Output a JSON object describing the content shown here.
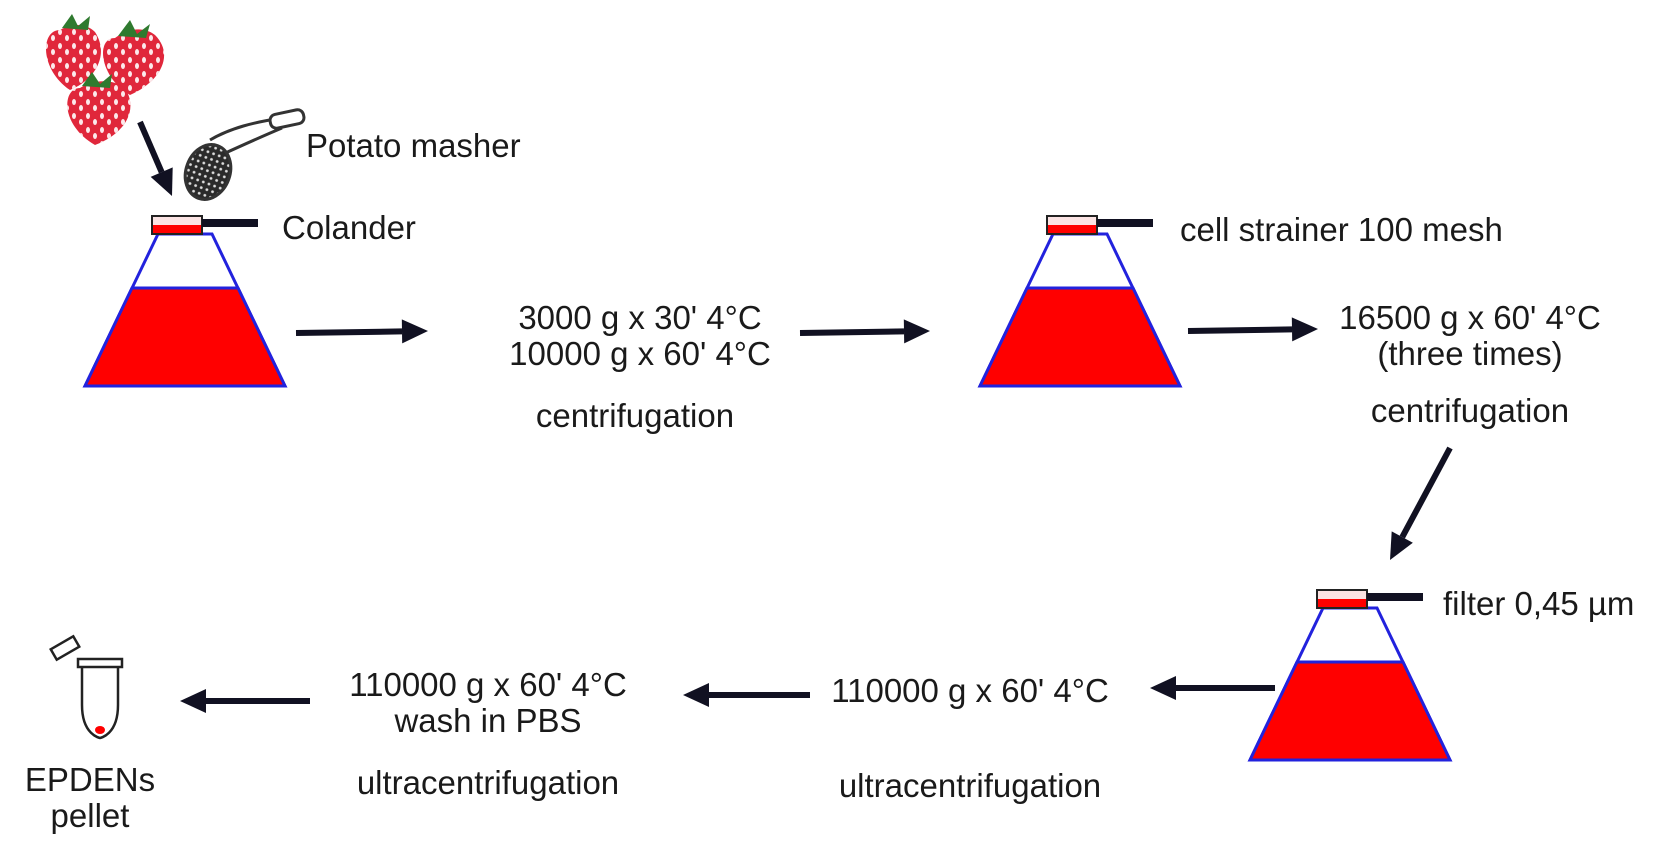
{
  "colors": {
    "liquid": "#ff0000",
    "flask_outline": "#2222dd",
    "arrow": "#111122",
    "strawberry": "#e0273b",
    "leaf": "#2f7a2f"
  },
  "icons": [
    "strawberry-icon",
    "potato-masher-icon",
    "flask-icon",
    "microtube-icon"
  ],
  "labels": {
    "potato_masher": "Potato masher",
    "colander": "Colander",
    "cell_strainer": "cell strainer 100 mesh",
    "filter": "filter 0,45 µm"
  },
  "steps": {
    "centrifugation_1": {
      "lines": [
        "3000 g x 30' 4°C",
        "10000 g x 60' 4°C"
      ],
      "method": "centrifugation"
    },
    "centrifugation_2": {
      "lines": [
        "16500 g x 60' 4°C",
        "(three times)"
      ],
      "method": "centrifugation"
    },
    "ultracentrifugation_1": {
      "lines": [
        "110000 g x 60' 4°C"
      ],
      "method": "ultracentrifugation"
    },
    "ultracentrifugation_2": {
      "lines": [
        "110000 g x 60' 4°C",
        "wash in PBS"
      ],
      "method": "ultracentrifugation"
    }
  },
  "result": {
    "lines": [
      "EPDENs",
      "pellet"
    ]
  }
}
